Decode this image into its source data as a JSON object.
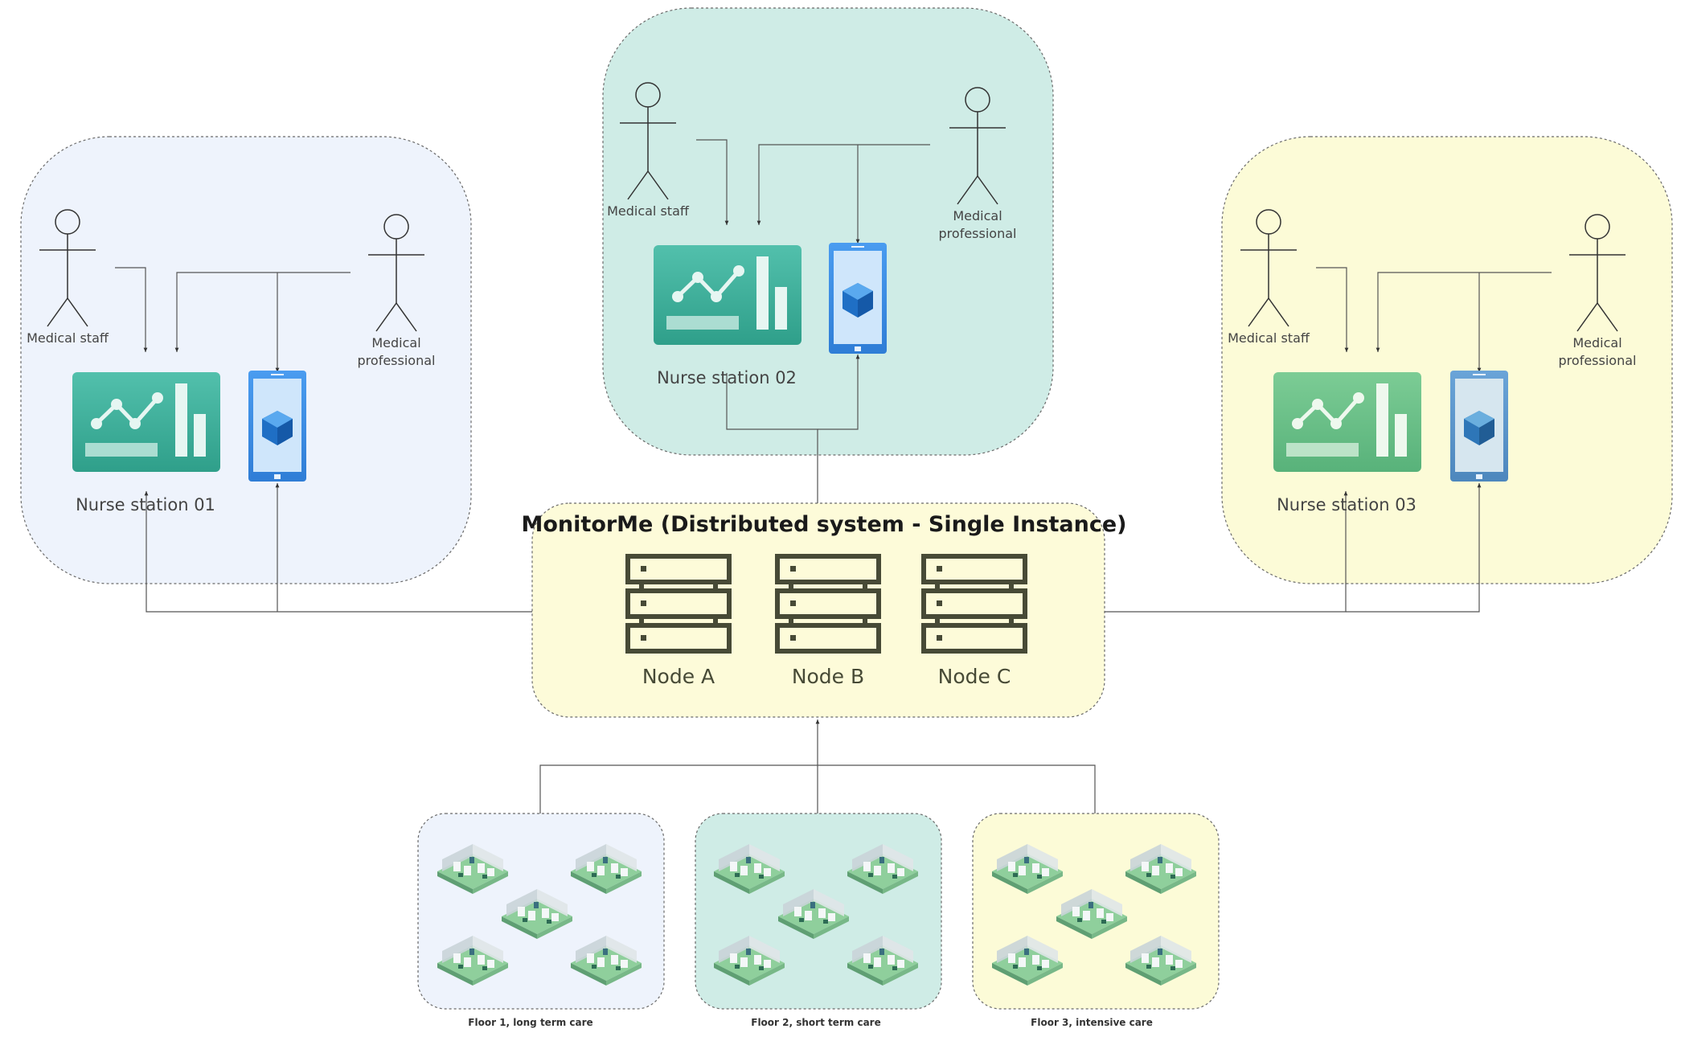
{
  "colors": {
    "station_01_fill": "#eef3fc",
    "station_02_fill": "#cfece6",
    "station_03_fill": "#fcfbd7",
    "system_fill": "#fdfbd9",
    "floor_1_fill": "#eef3fc",
    "floor_2_fill": "#cfece6",
    "floor_3_fill": "#fcfbd7",
    "server_stroke": "#474a36",
    "connector": "#555555",
    "dashboard_teal": "#3fb29d",
    "tablet_blue": "#3d8fe0"
  },
  "system": {
    "title": "MonitorMe (Distributed system - Single Instance)",
    "nodes": [
      {
        "label": "Node A"
      },
      {
        "label": "Node B"
      },
      {
        "label": "Node C"
      }
    ]
  },
  "stations": [
    {
      "label": "Nurse station 01",
      "staff_label": "Medical staff",
      "professional_label_line1": "Medical",
      "professional_label_line2": "professional"
    },
    {
      "label": "Nurse station 02",
      "staff_label": "Medical staff",
      "professional_label_line1": "Medical",
      "professional_label_line2": "professional"
    },
    {
      "label": "Nurse station 03",
      "staff_label": "Medical staff",
      "professional_label_line1": "Medical",
      "professional_label_line2": "professional"
    }
  ],
  "floors": [
    {
      "label": "Floor 1, long term care"
    },
    {
      "label": "Floor 2, short term care"
    },
    {
      "label": "Floor 3, intensive care"
    }
  ],
  "icons": {
    "actor": "stick-figure-icon",
    "dashboard": "dashboard-chart-icon",
    "tablet": "tablet-icon",
    "server": "server-rack-icon",
    "room": "isometric-room-icon"
  }
}
